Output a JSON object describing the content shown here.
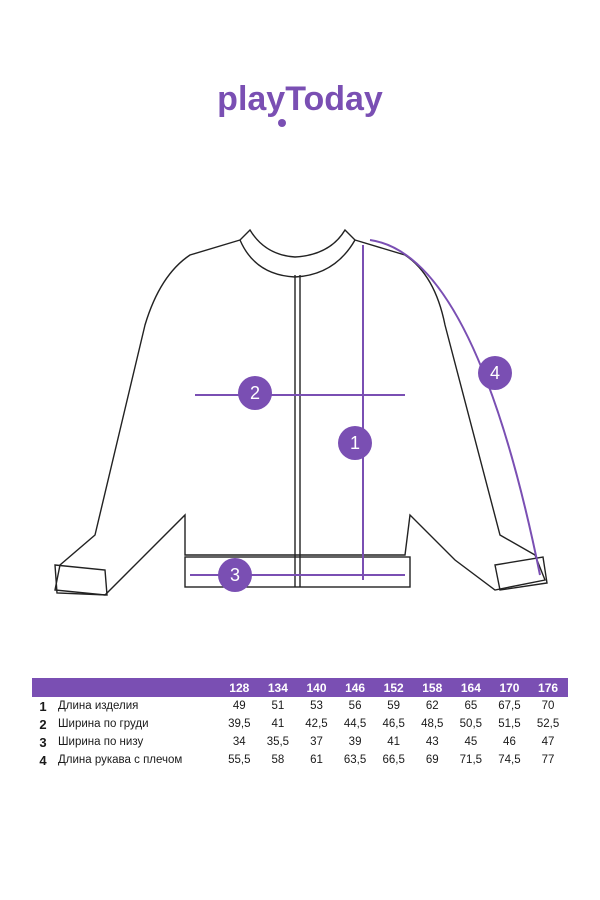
{
  "brand": {
    "logo_text": "playToday",
    "accent": "#7a4fb3"
  },
  "markers": [
    "1",
    "2",
    "3",
    "4"
  ],
  "table": {
    "sizes": [
      "128",
      "134",
      "140",
      "146",
      "152",
      "158",
      "164",
      "170",
      "176"
    ],
    "rows": [
      {
        "num": "1",
        "name": "Длина изделия",
        "values": [
          "49",
          "51",
          "53",
          "56",
          "59",
          "62",
          "65",
          "67,5",
          "70"
        ]
      },
      {
        "num": "2",
        "name": "Ширина по груди",
        "values": [
          "39,5",
          "41",
          "42,5",
          "44,5",
          "46,5",
          "48,5",
          "50,5",
          "51,5",
          "52,5"
        ]
      },
      {
        "num": "3",
        "name": "Ширина по низу",
        "values": [
          "34",
          "35,5",
          "37",
          "39",
          "41",
          "43",
          "45",
          "46",
          "47"
        ]
      },
      {
        "num": "4",
        "name": "Длина рукава с плечом",
        "values": [
          "55,5",
          "58",
          "61",
          "63,5",
          "66,5",
          "69",
          "71,5",
          "74,5",
          "77"
        ]
      }
    ]
  }
}
